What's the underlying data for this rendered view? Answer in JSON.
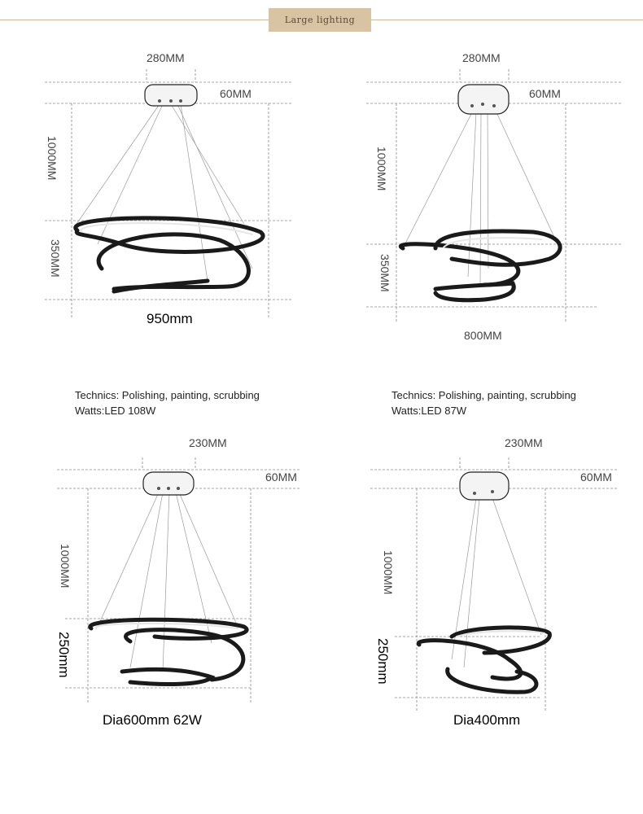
{
  "header": {
    "title": "Large lighting"
  },
  "products": [
    {
      "canopy_width": "280MM",
      "canopy_height": "60MM",
      "cable_length": "1000MM",
      "ring_height": "350MM",
      "diameter": "950mm"
    },
    {
      "canopy_width": "280MM",
      "canopy_height": "60MM",
      "cable_length": "1000MM",
      "ring_height": "350MM",
      "diameter": "800MM"
    },
    {
      "canopy_width": "230MM",
      "canopy_height": "60MM",
      "cable_length": "1000MM",
      "ring_height": "250mm",
      "caption": "Dia600mm  62W"
    },
    {
      "canopy_width": "230MM",
      "canopy_height": "60MM",
      "cable_length": "1000MM",
      "ring_height": "250mm",
      "caption": "Dia400mm"
    }
  ],
  "specs": [
    {
      "technics": "Technics: Polishing, painting, scrubbing",
      "watts": "Watts:LED 108W"
    },
    {
      "technics": "Technics: Polishing, painting, scrubbing",
      "watts": "Watts:LED 87W"
    }
  ]
}
